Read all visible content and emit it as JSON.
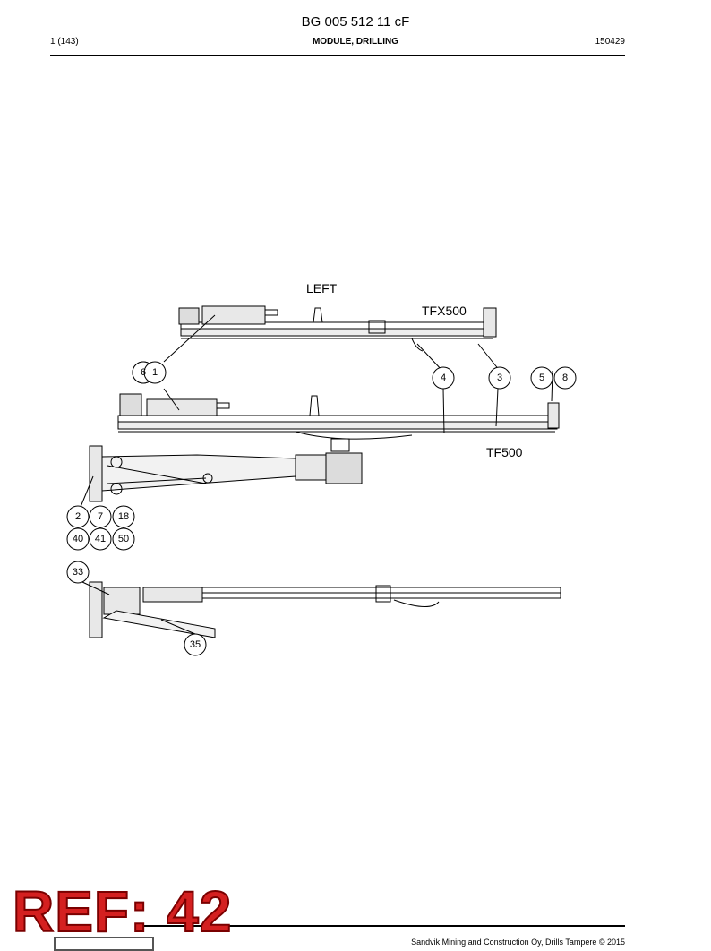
{
  "header": {
    "doc_number": "BG 005 512 11 cF",
    "page_count": "1 (143)",
    "section_title": "MODULE, DRILLING",
    "date": "150429"
  },
  "drawing": {
    "view_label": "LEFT",
    "variant_top": "TFX500",
    "variant_middle": "TF500",
    "callouts": [
      "6",
      "1",
      "4",
      "3",
      "5",
      "8",
      "2",
      "7",
      "18",
      "40",
      "41",
      "50",
      "33",
      "35"
    ]
  },
  "footer": {
    "ref_stamp": "REF: 42",
    "copyright": "Sandvik Mining and Construction Oy, Drills Tampere © 2015"
  },
  "colors": {
    "stamp": "#d42020",
    "line": "#000000"
  }
}
